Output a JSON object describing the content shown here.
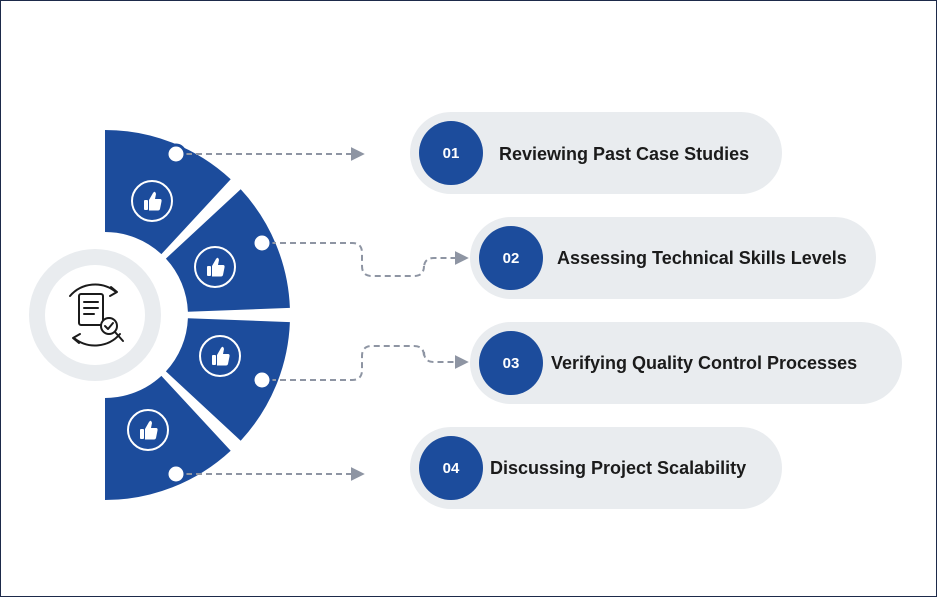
{
  "colors": {
    "primary": "#1c4c9c",
    "pill": "#e9ecef",
    "ring": "#e9ecef",
    "connector": "#8e95a3",
    "text": "#1b1b1b"
  },
  "center_icon": "document-review-cycle-icon",
  "segment_icon": "thumbs-up-icon",
  "steps": [
    {
      "number": "01",
      "label": "Reviewing Past Case Studies"
    },
    {
      "number": "02",
      "label": "Assessing Technical Skills Levels"
    },
    {
      "number": "03",
      "label": "Verifying Quality Control Processes"
    },
    {
      "number": "04",
      "label": "Discussing Project Scalability"
    }
  ]
}
